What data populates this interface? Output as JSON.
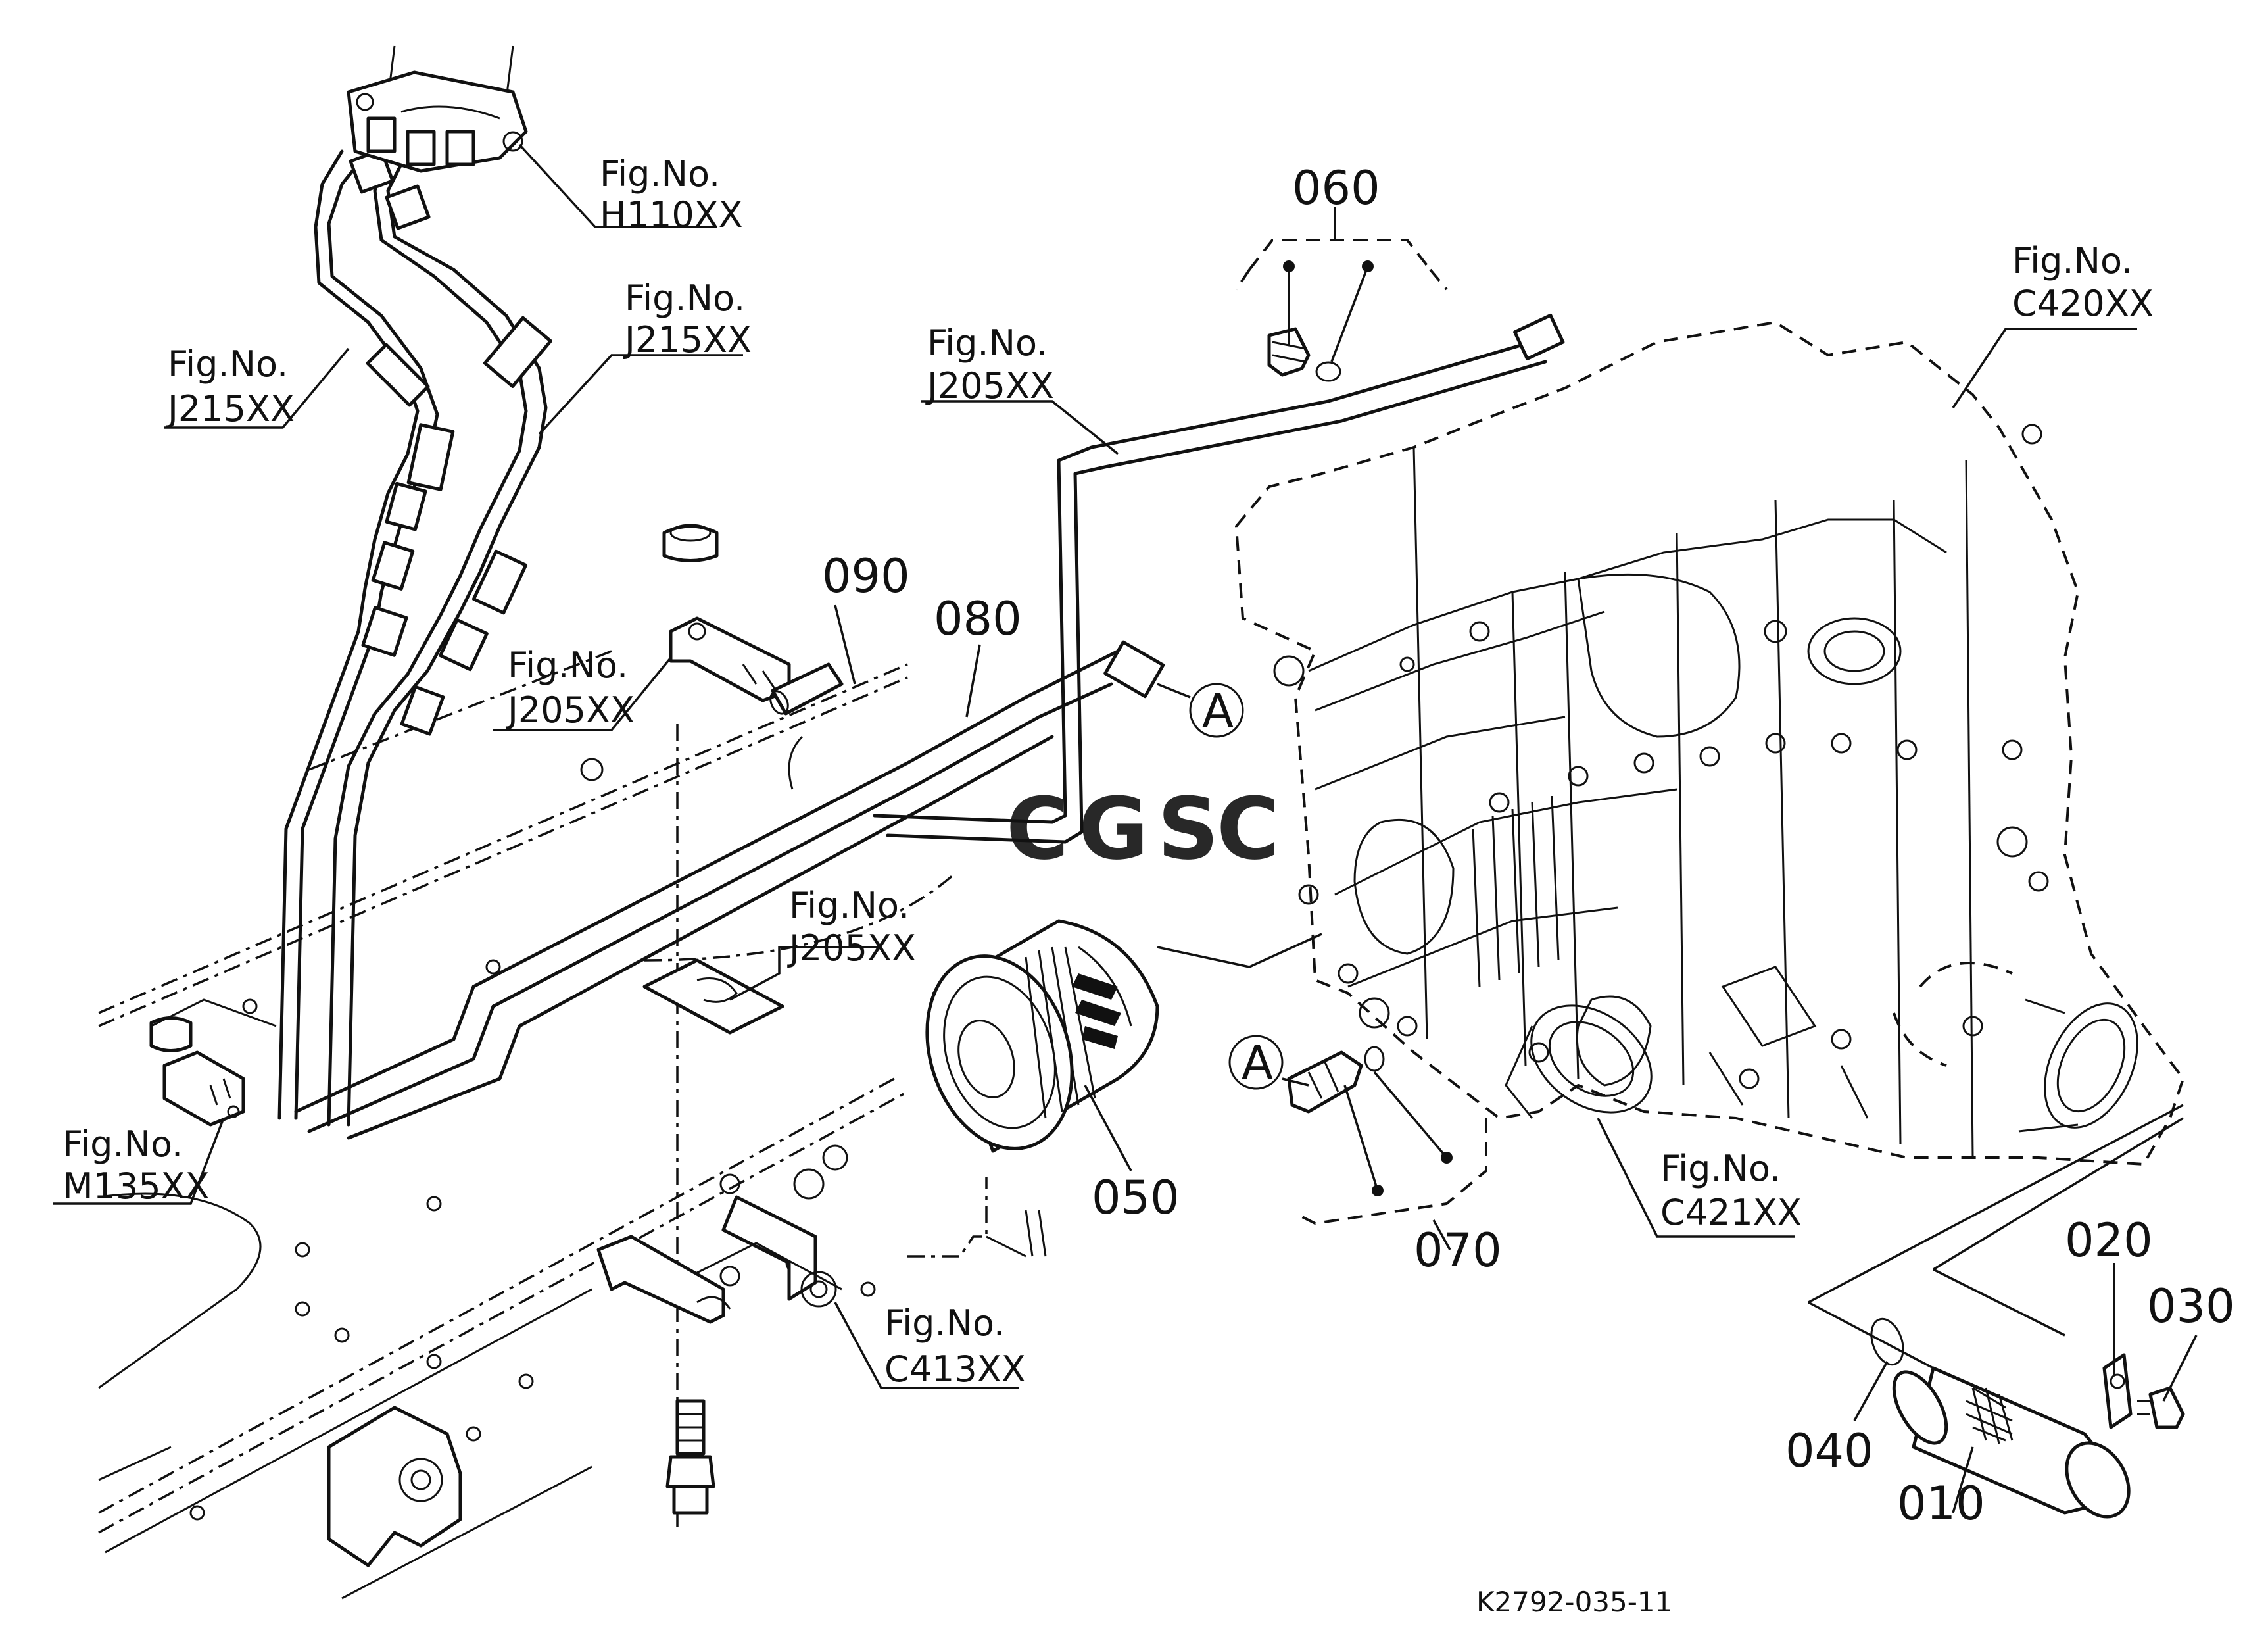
{
  "figure_refs": {
    "h110": {
      "prefix": "Fig.No.",
      "code": "H110XX"
    },
    "j215_right": {
      "prefix": "Fig.No.",
      "code": "J215XX"
    },
    "j215_left": {
      "prefix": "Fig.No.",
      "code": "J215XX"
    },
    "j205_top": {
      "prefix": "Fig.No.",
      "code": "J205XX"
    },
    "j205_bracket": {
      "prefix": "Fig.No.",
      "code": "J205XX"
    },
    "j205_plate": {
      "prefix": "Fig.No.",
      "code": "J205XX"
    },
    "c420": {
      "prefix": "Fig.No.",
      "code": "C420XX"
    },
    "c421": {
      "prefix": "Fig.No.",
      "code": "C421XX"
    },
    "c413": {
      "prefix": "Fig.No.",
      "code": "C413XX"
    },
    "m135": {
      "prefix": "Fig.No.",
      "code": "M135XX"
    }
  },
  "part_numbers": {
    "p010": "010",
    "p020": "020",
    "p030": "030",
    "p040": "040",
    "p050": "050",
    "p060": "060",
    "p070": "070",
    "p080": "080",
    "p090": "090"
  },
  "connection_marks": {
    "upper": "A",
    "lower": "A"
  },
  "drawing_code": "K2792-035-11",
  "watermark": {
    "letters": [
      "C",
      "G",
      "S",
      "C"
    ],
    "colors": [
      "#4f8ff0",
      "#ee6f6f",
      "#f3c64b",
      "#43b07a"
    ]
  }
}
